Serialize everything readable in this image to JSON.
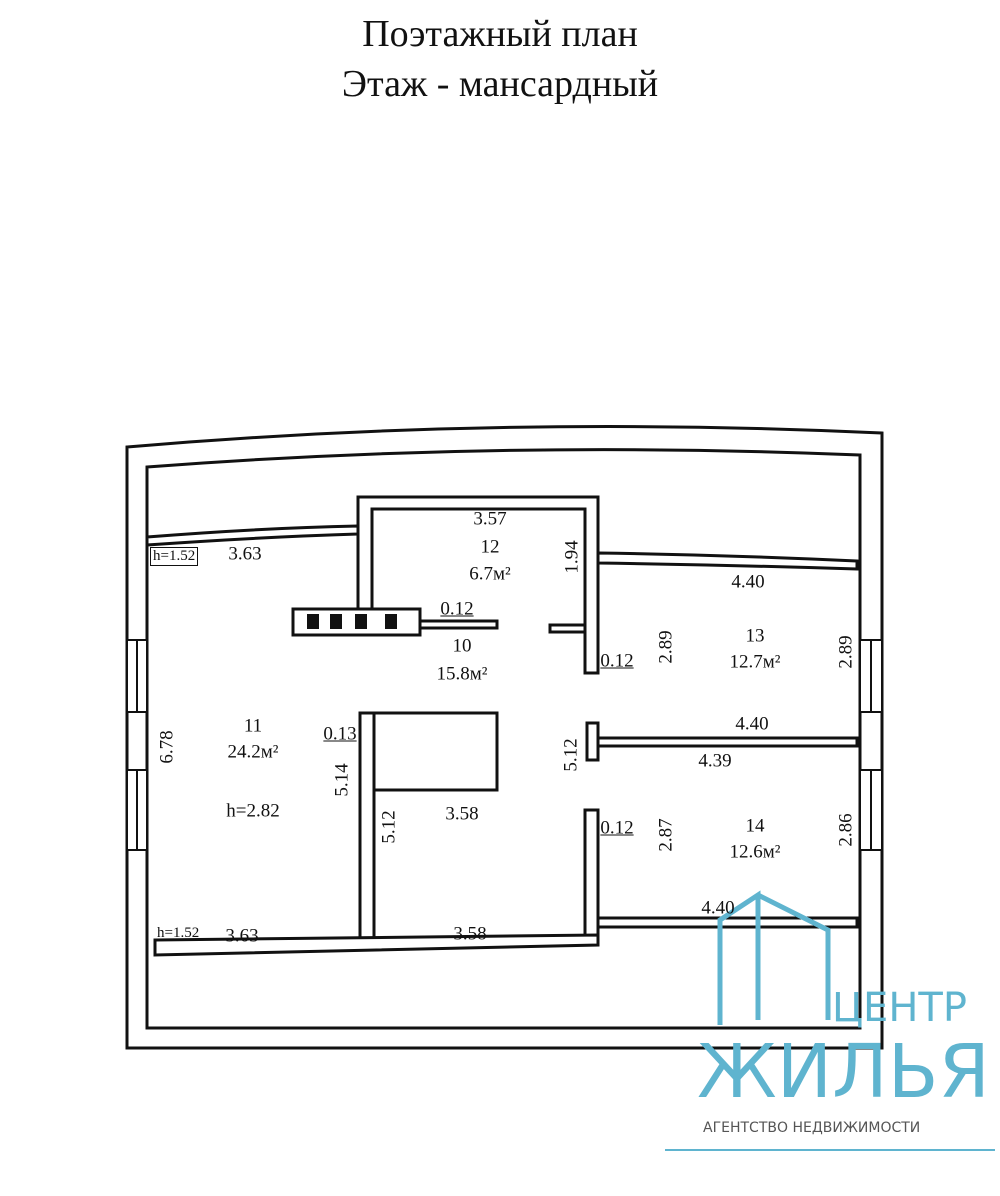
{
  "title": {
    "line1": "Поэтажный план",
    "line2": "Этаж - мансардный"
  },
  "rooms": [
    {
      "number": "10",
      "area": "15.8м²"
    },
    {
      "number": "11",
      "area": "24.2м²",
      "height": "h=2.82"
    },
    {
      "number": "12",
      "area": "6.7м²"
    },
    {
      "number": "13",
      "area": "12.7м²"
    },
    {
      "number": "14",
      "area": "12.6м²"
    }
  ],
  "dimensions": {
    "h_top": "h=1.52",
    "h_bottom": "h=1.52",
    "d363_top": "3.63",
    "d363_bottom": "3.63",
    "d357": "3.57",
    "d194": "1.94",
    "d012_a": "0.12",
    "d012_b": "0.12",
    "d012_c": "0.12",
    "d013": "0.13",
    "d440_a": "4.40",
    "d440_b": "4.40",
    "d440_c": "4.40",
    "d439": "4.39",
    "d289_a": "2.89",
    "d289_b": "2.89",
    "d287": "2.87",
    "d286": "2.86",
    "d678": "6.78",
    "d514": "5.14",
    "d512_a": "5.12",
    "d512_b": "5.12",
    "d358_a": "3.58",
    "d358_b": "3.58"
  },
  "watermark": {
    "line1": "ЦЕНТР",
    "line2": "ЖИЛЬЯ",
    "line3": "АГЕНТСТВО НЕДВИЖИМОСТИ",
    "color": "#5fb4cf"
  }
}
